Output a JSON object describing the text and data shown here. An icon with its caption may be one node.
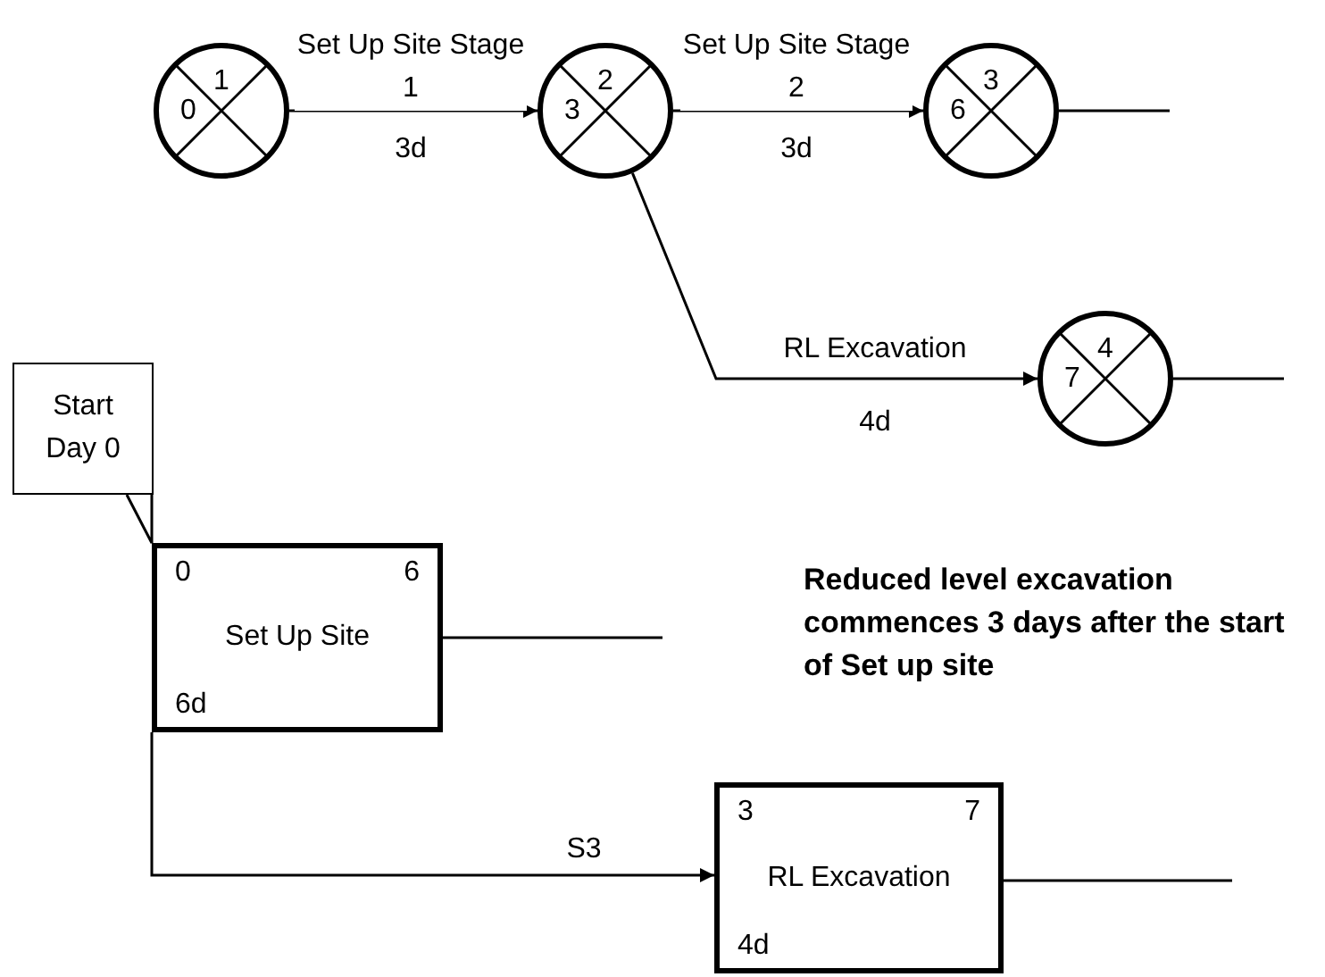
{
  "diagram": {
    "nodes": [
      {
        "text": [
          "1",
          "0"
        ]
      },
      {
        "text": [
          "2",
          "3"
        ]
      },
      {
        "text": [
          "3",
          "6"
        ]
      },
      {
        "text": [
          "4",
          "7"
        ]
      },
      {
        "text": [
          "Start Day 0"
        ]
      },
      {
        "text": [
          "0",
          "6",
          "Set Up Site",
          "6d"
        ]
      },
      {
        "text": [
          "3",
          "7",
          "RL Excavation",
          "4d"
        ]
      }
    ],
    "edges": [
      {
        "from": 0,
        "to": 1,
        "arrow": "to",
        "label": "Set Up Site Stage 1"
      },
      {
        "from": 1,
        "to": 2,
        "arrow": "to",
        "label": "Set Up Site Stage 2"
      },
      {
        "from": 1,
        "to": 3,
        "arrow": "to",
        "label": "RL Excavation"
      },
      {
        "from": 2,
        "to": null,
        "arrow": "none"
      },
      {
        "from": 3,
        "to": null,
        "arrow": "none"
      },
      {
        "from": 4,
        "to": 5,
        "arrow": "none"
      },
      {
        "from": 5,
        "to": null,
        "arrow": "none"
      },
      {
        "from": 5,
        "to": 6,
        "arrow": "to",
        "label": "S3"
      },
      {
        "from": 6,
        "to": null,
        "arrow": "none"
      }
    ],
    "labels": [
      "3d",
      "3d",
      "4d",
      "Reduced level excavation commences 3 days after the start of Set up site"
    ]
  }
}
